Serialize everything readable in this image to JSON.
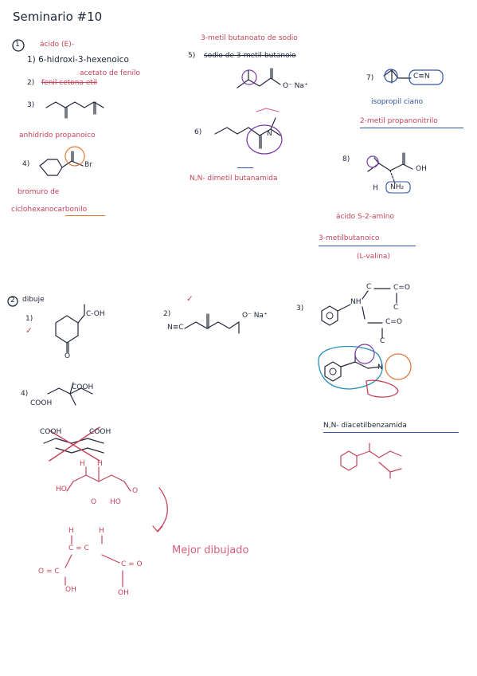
{
  "header": {
    "title": "Seminario #10"
  },
  "section1": {
    "number": "1",
    "acid_label": "ácido (E)-",
    "item1": "1) 6-hidroxi-3-hexenoico",
    "item2_num": "2)",
    "item2_text": "fenil cetona etil",
    "item2_note": "acetato de fenilo",
    "item3_num": "3)",
    "item3_name": "anhídrido propanoico",
    "item4_num": "4)",
    "item4_br": "Br",
    "item4_name_line1": "bromuro de",
    "item4_name_line2": "ciclohexanocarbonilo",
    "item5_num": "5)",
    "item5_struck": "sodio de 3-metil-butanoio",
    "item5_name": "3-metil butanoato de sodio",
    "item5_charge": "O⁻  Na⁺",
    "item6_num": "6)",
    "item6_atom": "N",
    "item6_name": "N,N- dimetil butanamida",
    "item7_num": "7)",
    "item7_group": "C≡N",
    "item7_name1": "isopropil ciano",
    "item7_name2": "2-metil propanonitrilo",
    "item8_num": "8)",
    "item8_oh": "OH",
    "item8_h": "H",
    "item8_nh2": "NH₂",
    "item8_name1": "ácido S-2-amino",
    "item8_name2": "3-metilbutanoico",
    "item8_name3": "(L-valina)"
  },
  "section2": {
    "number": "2",
    "title": "dibuje",
    "item1_num": "1)",
    "item1_group": "C-OH",
    "item1_o": "O",
    "item1_check": "✓",
    "item2_num": "2)",
    "item2_check": "✓",
    "item2_left": "N≡C",
    "item2_right": "O⁻ Na⁺",
    "item3_num": "3)",
    "item3_nh": "NH",
    "item3_c_top": "C",
    "item3_co_top": "C=O",
    "item3_c_mid": "C",
    "item3_co_bot": "C=O",
    "item3_c_bot": "C",
    "item3_n": "N",
    "item3_name": "N,N- diacetilbenzamida",
    "item4_num": "4)",
    "item4_cooh_right": "COOH",
    "item4_cooh_left": "COOH",
    "item4_cooh_a": "COOH",
    "item4_cooh_b": "COOH",
    "item4_h1": "H",
    "item4_h2": "H",
    "item4_ho1": "HO",
    "item4_ho2": "HO",
    "item4_o1": "O",
    "item4_o2": "O",
    "better_label": "Mejor dibujado",
    "redraw_h1": "H",
    "redraw_h2": "H",
    "redraw_c": "C = C",
    "redraw_co_left": "O = C",
    "redraw_co_right": "C = O",
    "redraw_oh1": "OH",
    "redraw_oh2": "OH"
  },
  "colors": {
    "dark_ink": "#22263a",
    "red_ink": "#c8435a",
    "pink_ink": "#d65f7d",
    "blue_ink": "#2f55a8",
    "purple_ink": "#7a3aa8",
    "orange_ink": "#e07a3a",
    "teal_ink": "#2a8fb8"
  }
}
